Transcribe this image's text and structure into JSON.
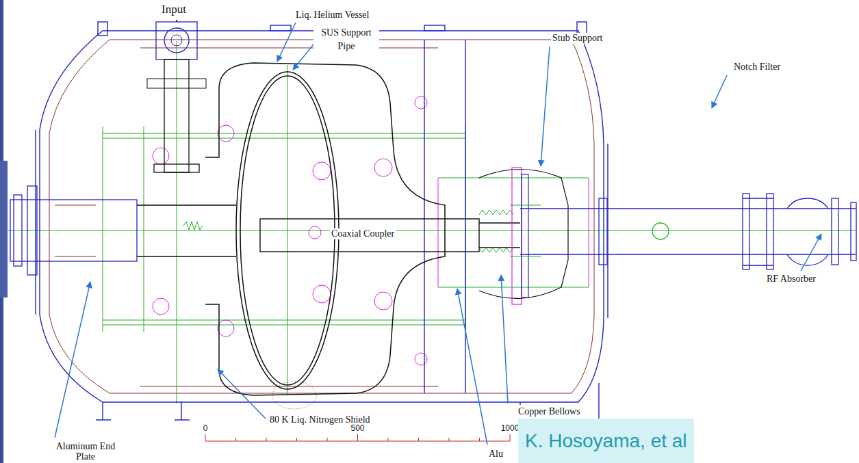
{
  "diagram": {
    "nodes": [
      {
        "text": [
          "K. Hosoyama, et al"
        ]
      }
    ],
    "labels": [
      "Input",
      "Liq. Helium Vessel",
      "SUS Support Pipe",
      "Stub Support",
      "Notch Filter",
      "Coaxial Coupler",
      "RF Absorber",
      "80 K Liq. Nitrogen Shield",
      "Copper Bellows",
      "0",
      "500",
      "1000",
      "Aluminum End Plate",
      "Alu"
    ]
  }
}
